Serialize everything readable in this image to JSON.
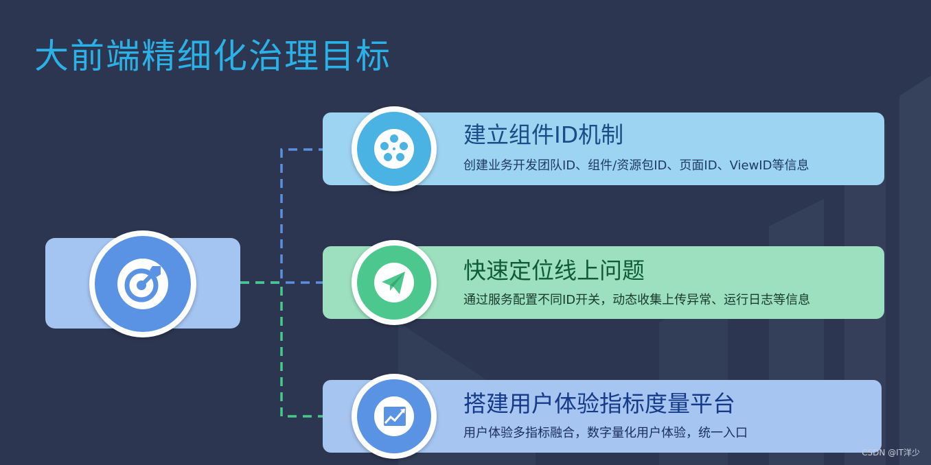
{
  "title": "大前端精细化治理目标",
  "hub": {
    "icon": "target-icon",
    "color": "#5b93e4"
  },
  "items": [
    {
      "title": "建立组件ID机制",
      "description": "创建业务开发团队ID、组件/资源包ID、页面ID、ViewID等信息",
      "icon": "film-reel-icon",
      "card_color": "#9dd4f2",
      "icon_color": "#4bb3e3"
    },
    {
      "title": "快速定位线上问题",
      "description": "通过服务配置不同ID开关，动态收集上传异常、运行日志等信息",
      "icon": "paper-plane-icon",
      "card_color": "#9ce0bf",
      "icon_color": "#4cc88e"
    },
    {
      "title": "搭建用户体验指标度量平台",
      "description": "用户体验多指标融合，数字量化用户体验，统一入口",
      "icon": "trend-chart-icon",
      "card_color": "#a6c5f1",
      "icon_color": "#5b93e4"
    }
  ],
  "watermark": "CSDN @IT洋少",
  "colors": {
    "background": "#2c3650",
    "title": "#2bb1e6",
    "connector_blue": "#5d8fe0",
    "connector_green": "#46c98a"
  }
}
